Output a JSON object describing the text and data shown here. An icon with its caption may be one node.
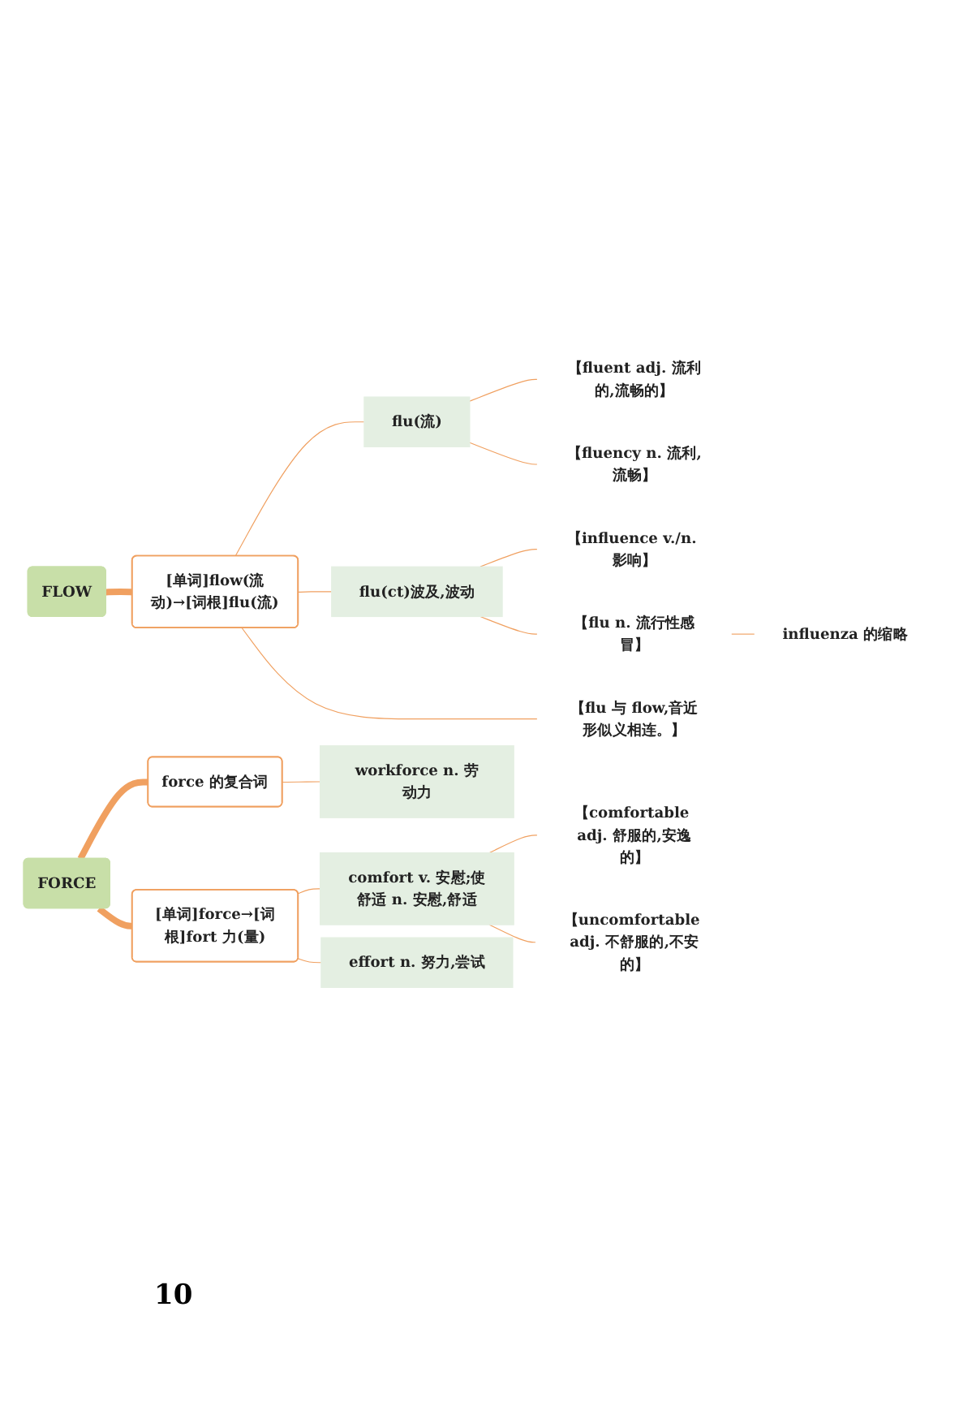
{
  "diagram": {
    "nodes": [
      {
        "text": [
          "FLOW"
        ]
      },
      {
        "text": [
          "[单词]flow(流动)→[词根]flu(流)"
        ]
      },
      {
        "text": [
          "flu(流)"
        ]
      },
      {
        "text": [
          "【fluent adj. 流利的,流畅的】"
        ]
      },
      {
        "text": [
          "【fluency n. 流利,流畅】"
        ]
      },
      {
        "text": [
          "flu(ct)波及,波动"
        ]
      },
      {
        "text": [
          "【influence v./n. 影响】"
        ]
      },
      {
        "text": [
          "【flu n. 流行性感冒】"
        ]
      },
      {
        "text": [
          "influenza 的缩略"
        ]
      },
      {
        "text": [
          "【flu 与 flow,音近形似义相连。】"
        ]
      },
      {
        "text": [
          "FORCE"
        ]
      },
      {
        "text": [
          "force 的复合词"
        ]
      },
      {
        "text": [
          "workforce n. 劳动力"
        ]
      },
      {
        "text": [
          "[单词]force→[词根]fort 力(量)"
        ]
      },
      {
        "text": [
          "comfort v. 安慰;使舒适 n. 安慰,舒适"
        ]
      },
      {
        "text": [
          "【comfortable adj. 舒服的,安逸的】"
        ]
      },
      {
        "text": [
          "【uncomfortable adj. 不舒服的,不安的】"
        ]
      },
      {
        "text": [
          "effort n. 努力,尝试"
        ]
      }
    ],
    "edges": [
      {
        "from": 0,
        "to": 1,
        "arrow": "none",
        "style": "thick"
      },
      {
        "from": 1,
        "to": 2,
        "arrow": "none"
      },
      {
        "from": 2,
        "to": 3,
        "arrow": "none"
      },
      {
        "from": 2,
        "to": 4,
        "arrow": "none"
      },
      {
        "from": 1,
        "to": 5,
        "arrow": "none"
      },
      {
        "from": 5,
        "to": 6,
        "arrow": "none"
      },
      {
        "from": 5,
        "to": 7,
        "arrow": "none"
      },
      {
        "from": 7,
        "to": 8,
        "arrow": "none"
      },
      {
        "from": 1,
        "to": 9,
        "arrow": "none"
      },
      {
        "from": 10,
        "to": 11,
        "arrow": "none",
        "style": "thick"
      },
      {
        "from": 11,
        "to": 12,
        "arrow": "none"
      },
      {
        "from": 10,
        "to": 13,
        "arrow": "none",
        "style": "thick"
      },
      {
        "from": 13,
        "to": 14,
        "arrow": "none"
      },
      {
        "from": 14,
        "to": 15,
        "arrow": "none"
      },
      {
        "from": 14,
        "to": 16,
        "arrow": "none"
      },
      {
        "from": 13,
        "to": 17,
        "arrow": "none"
      }
    ],
    "labels": [
      "10"
    ]
  }
}
